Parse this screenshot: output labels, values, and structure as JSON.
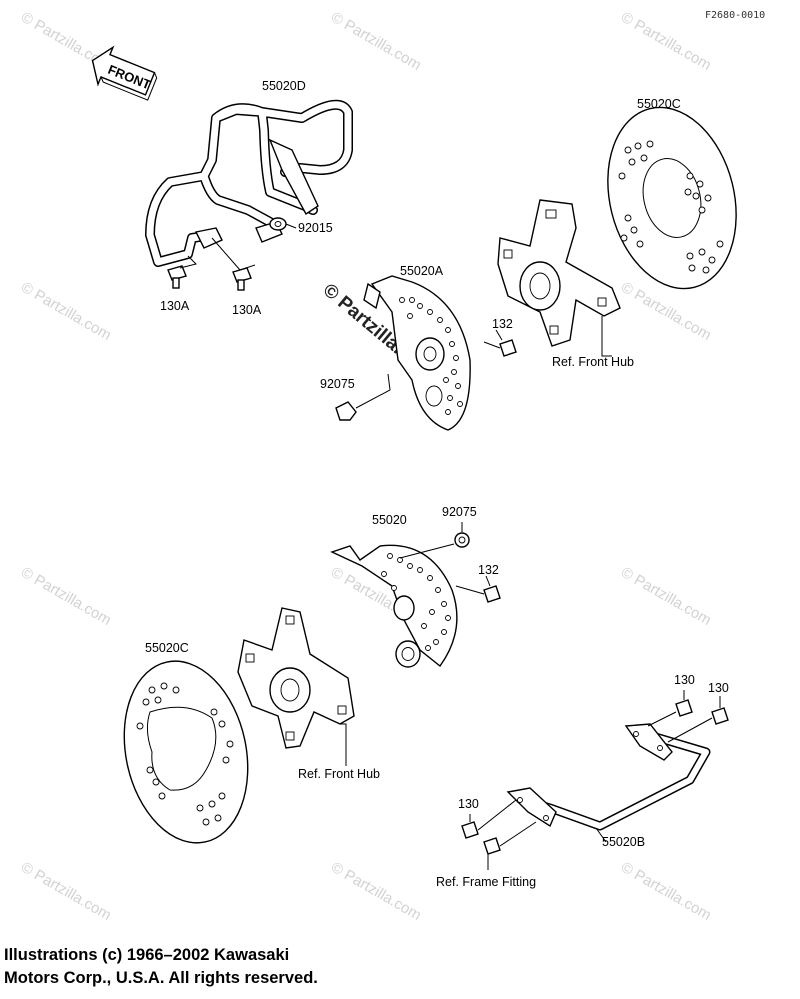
{
  "diagram_code": "F2680-0010",
  "front_arrow_label": "FRONT",
  "watermark": {
    "brand": "© Partzilla.com",
    "center_text": "© Partzilla.com"
  },
  "callouts": {
    "guard_front": "55020D",
    "guard_bolt_left": "130A",
    "guard_bolt_right": "130A",
    "guard_nut": "92015",
    "disc_top_right": "55020C",
    "cover_top": "55020A",
    "bolt_top": "132",
    "plug_top": "92075",
    "hub_top": "Ref. Front Hub",
    "cover_bottom": "55020",
    "plug_bottom": "92075",
    "bolt_bottom": "132",
    "disc_bottom_left": "55020C",
    "hub_bottom": "Ref. Front Hub",
    "rear_bolt_1": "130",
    "rear_bolt_2": "130",
    "rear_bolt_3": "130",
    "bracket_rear": "55020B",
    "frame_ref": "Ref. Frame Fitting"
  },
  "copyright": {
    "line1": "Illustrations (c) 1966–2002 Kawasaki",
    "line2": "Motors Corp., U.S.A.  All rights reserved."
  }
}
